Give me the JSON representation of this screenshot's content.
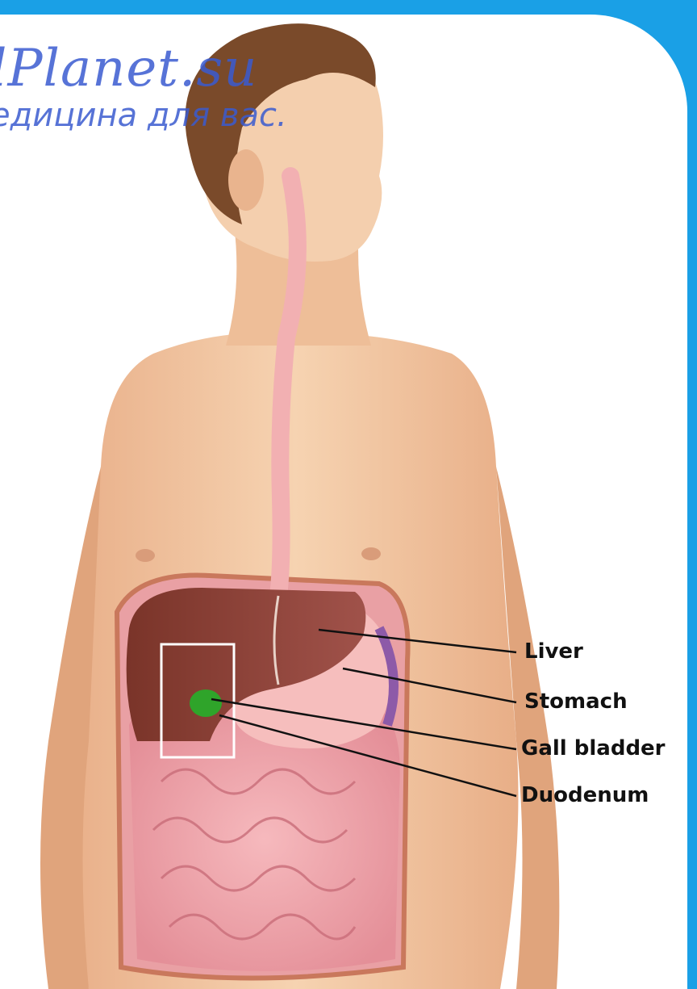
{
  "watermark": {
    "line1": "lPlanet.su",
    "line2": "едицина для вас."
  },
  "labels": {
    "liver": "Liver",
    "stomach": "Stomach",
    "gall_bladder": "Gall bladder",
    "duodenum": "Duodenum"
  },
  "colors": {
    "frame": "#1aa0e6",
    "skin": "#f3c9a2",
    "liver": "#8a3f33",
    "stomach": "#f4b6b5",
    "intestine": "#f2a6ad",
    "gall_bladder": "#2fa42a",
    "esophagus": "#f3b2b3",
    "hair": "#7a4a2a"
  }
}
